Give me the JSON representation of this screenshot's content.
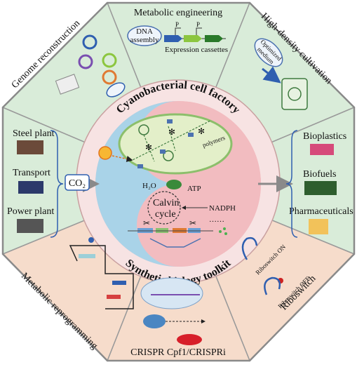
{
  "center": {
    "title_top": "Cyanobacterial cell factory",
    "title_bottom": "Synthetic biology toolkit",
    "polymers": "polymers",
    "water": "H₂O",
    "atp": "ATP",
    "calvin_line1": "Calvin",
    "calvin_line2": "cycle",
    "nadph": "NADPH",
    "dots": "……"
  },
  "segments": {
    "metabolic_engineering": {
      "title": "Metabolic engineering",
      "dna_line1": "DNA",
      "dna_line2": "assembly",
      "promoter_a": "P",
      "promoter_b": "P",
      "cassettes": "Expression cassettes"
    },
    "high_density": {
      "title": "High-density cultivation",
      "medium_line1": "Optimized",
      "medium_line2": "medium"
    },
    "genome": {
      "title": "Genome reconstruction"
    },
    "inputs": {
      "steel": "Steel plant",
      "transport": "Transport",
      "power": "Power plant",
      "co2": "CO₂"
    },
    "outputs": {
      "bioplastics": "Bioplastics",
      "biofuels": "Biofuels",
      "pharma": "Pharmaceuticals"
    },
    "reprogramming": {
      "title": "Metabolic reprogramming"
    },
    "crispr": {
      "title": "CRISPR Cpf1/CRISPRi"
    },
    "riboswitch": {
      "title": "Riboswitch",
      "on": "Riboswitch ON",
      "off": "Riboswitch OFF"
    }
  },
  "colors": {
    "green_segment": "#d9ecd9",
    "peach_segment": "#f6dccb",
    "frame": "#9a9a9a",
    "ring": "#f7e3e3",
    "blue_half": "#a9d3e8",
    "pink_half": "#f2bcc0"
  }
}
